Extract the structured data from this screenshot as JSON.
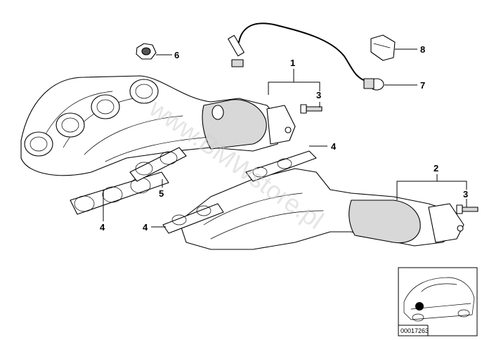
{
  "callouts": {
    "c1": "1",
    "c2": "2",
    "c3a": "3",
    "c3b": "3",
    "c4a": "4",
    "c4b": "4",
    "c4c": "4",
    "c5": "5",
    "c6": "6",
    "c7": "7",
    "c8": "8"
  },
  "watermark": "www.BMWstore.pl",
  "inset": {
    "code": "00017263"
  },
  "colors": {
    "line": "#000000",
    "watermark": "#cfcfcf",
    "shade": "#d8d8d8"
  }
}
